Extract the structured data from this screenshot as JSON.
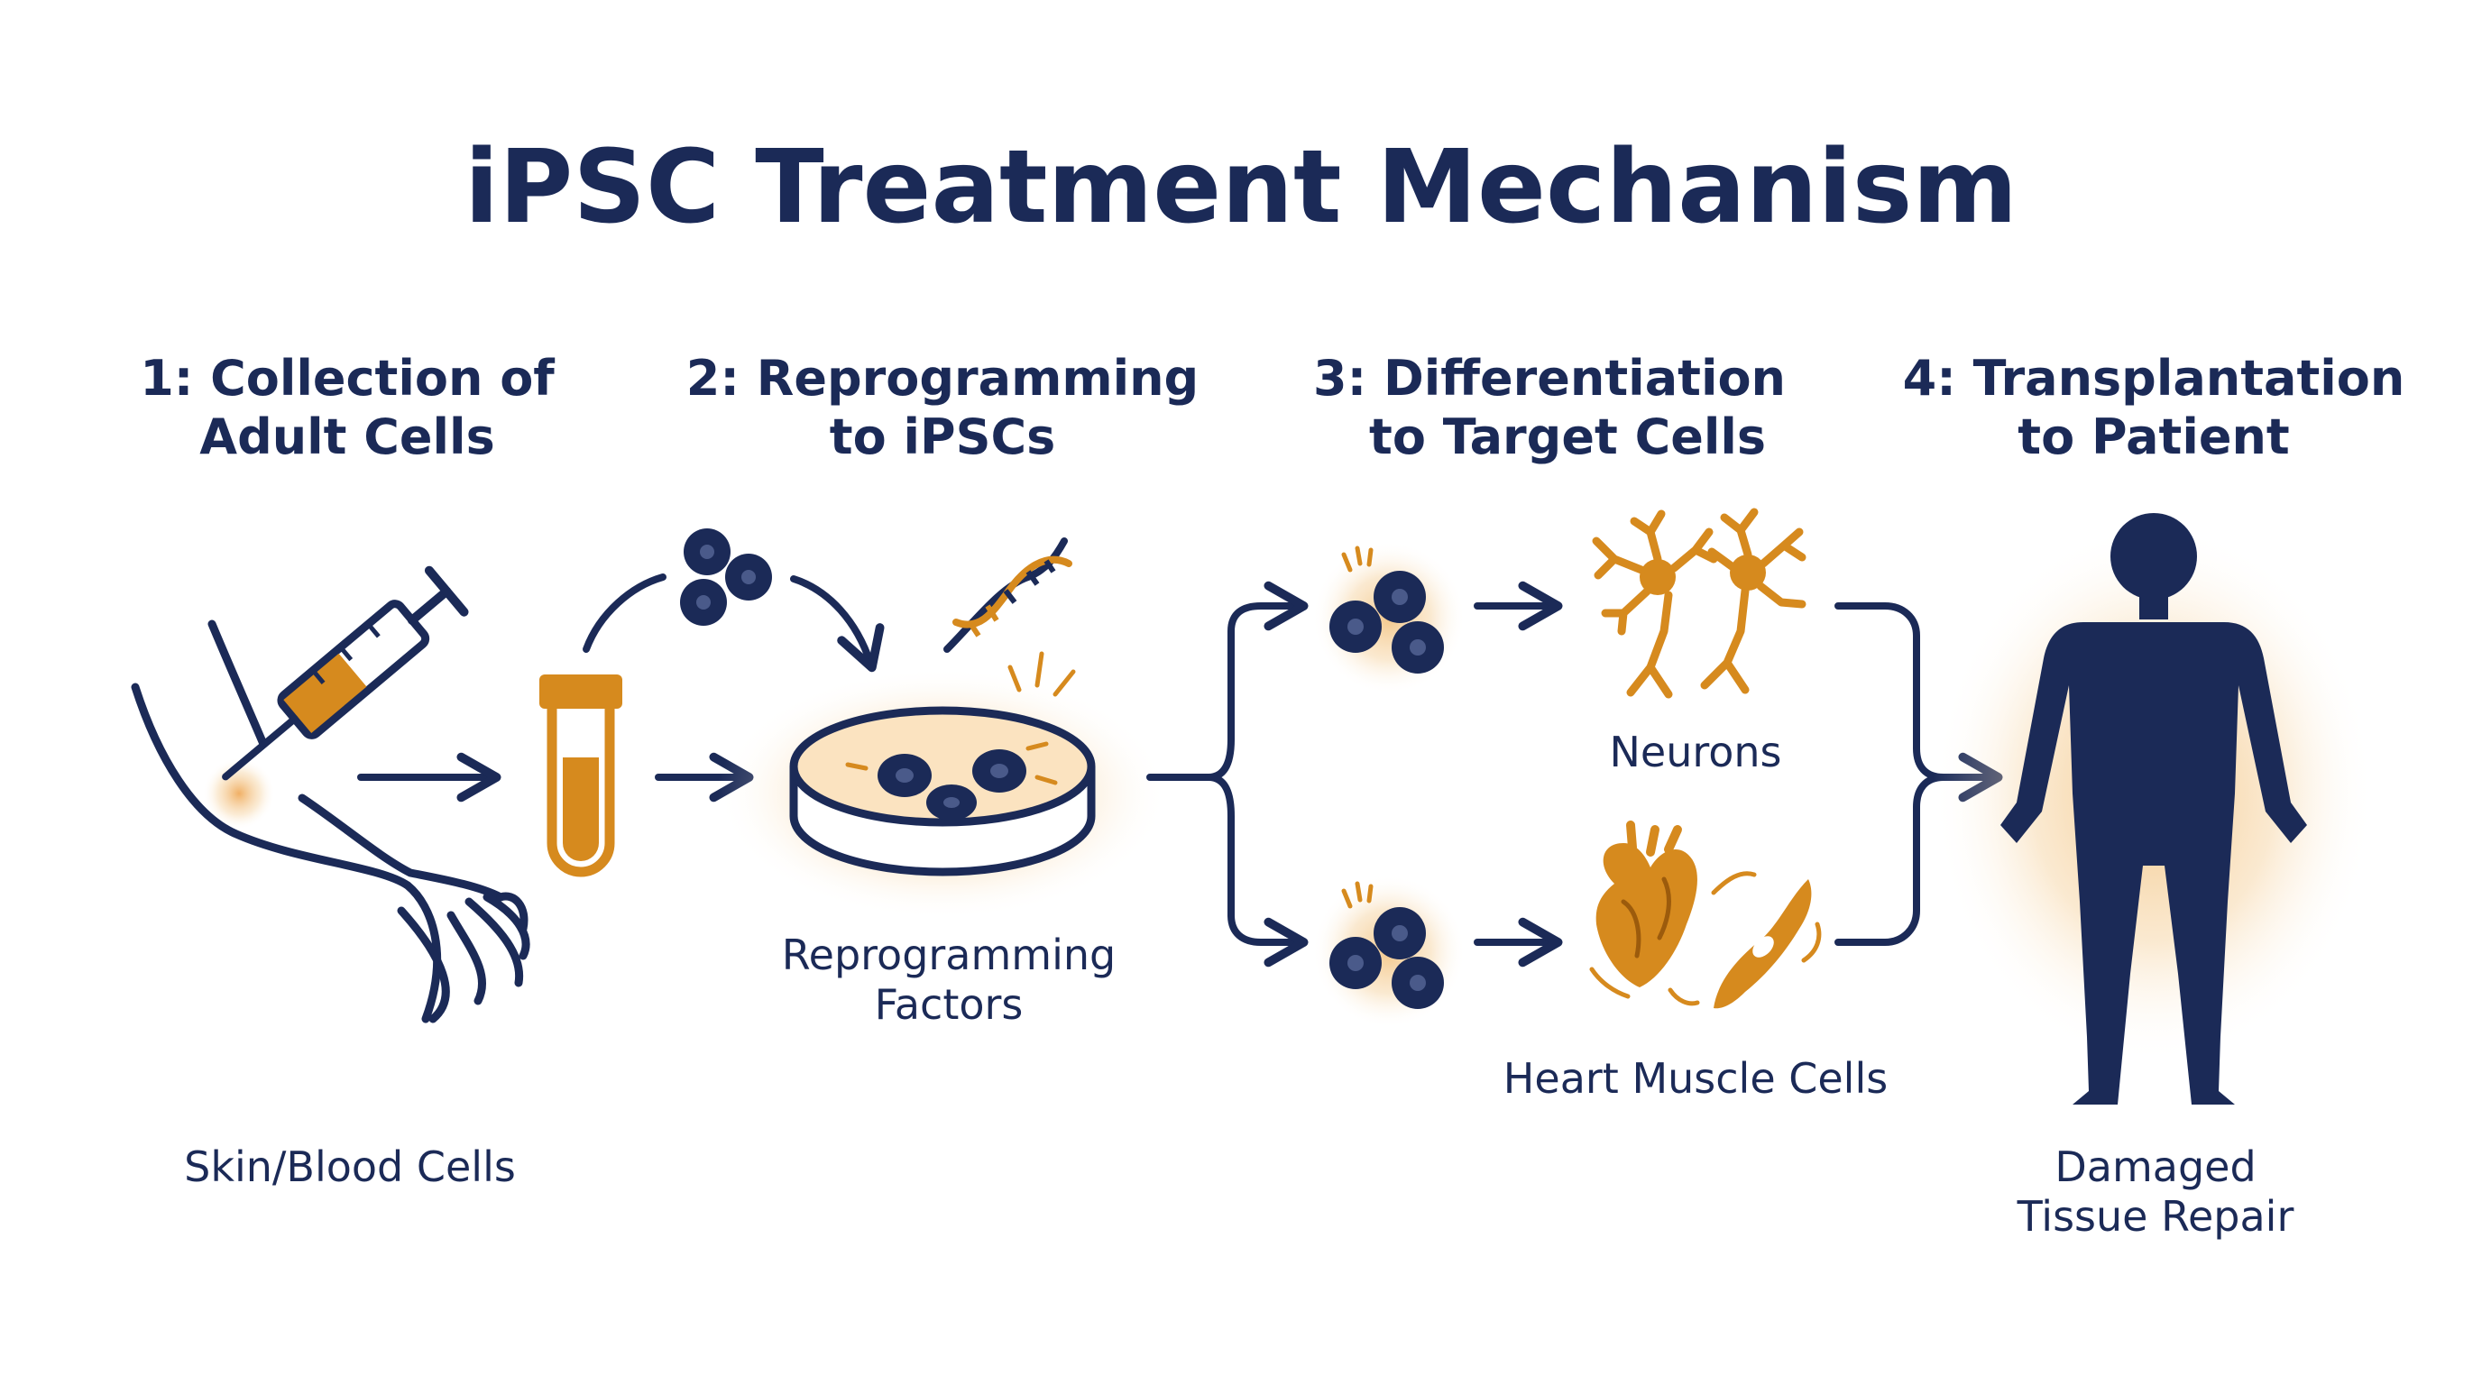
{
  "title": "iPSC Treatment Mechanism",
  "colors": {
    "navy": "#1b2a57",
    "orange": "#d68a1e",
    "glow": "#f3c27a"
  },
  "steps": [
    {
      "line1": "1: Collection of",
      "line2": "Adult Cells"
    },
    {
      "line1": "2: Reprogramming",
      "line2": "to iPSCs"
    },
    {
      "line1": "3: Differentiation",
      "line2": "to Target Cells"
    },
    {
      "line1": "4: Transplantation",
      "line2": "to Patient"
    }
  ],
  "labels": {
    "skin_blood": "Skin/Blood Cells",
    "reprogramming_line1": "Reprogramming",
    "reprogramming_line2": "Factors",
    "neurons": "Neurons",
    "heart_muscle": "Heart Muscle Cells",
    "tissue_line1": "Damaged",
    "tissue_line2": "Tissue Repair"
  },
  "icons": [
    "arm-icon",
    "syringe-icon",
    "test-tube-icon",
    "cell-cluster-icon",
    "dna-icon",
    "petri-dish-icon",
    "neuron-icon",
    "heart-icon",
    "muscle-cell-icon",
    "human-body-icon",
    "arrow-icon"
  ]
}
